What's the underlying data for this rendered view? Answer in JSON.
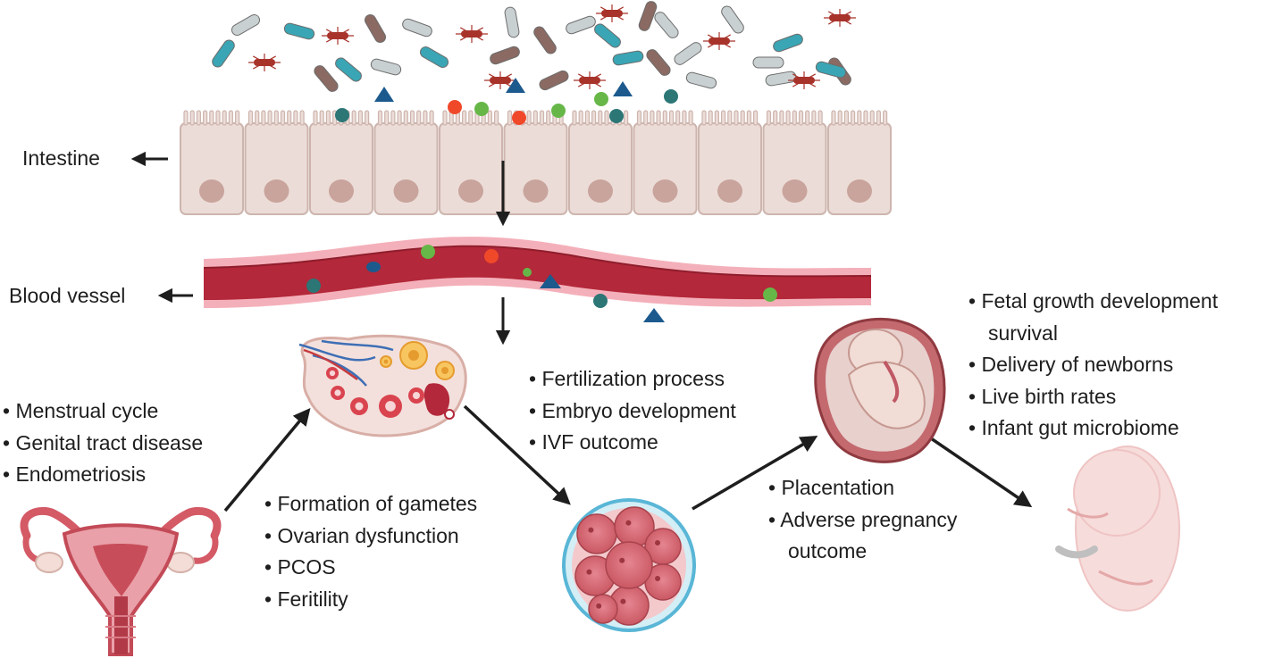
{
  "labels": {
    "intestine": "Intestine",
    "blood_vessel": "Blood vessel"
  },
  "lists": {
    "female_tract": [
      "Menstrual cycle",
      "Genital tract disease",
      "Endometriosis"
    ],
    "ovary": [
      "Formation of gametes",
      "Ovarian dysfunction",
      "PCOS",
      "Feritility"
    ],
    "fertilization": [
      "Fertilization process",
      "Embryo development",
      "IVF outcome"
    ],
    "pregnancy": [
      "Placentation",
      "Adverse pregnancy",
      "outcome"
    ],
    "infant": [
      "Fetal growth development",
      "survival",
      "Delivery of newborns",
      "Live birth rates",
      "Infant gut microbiome"
    ]
  },
  "colors": {
    "cell_fill": "#ecdcd7",
    "nucleus": "#c8a49c",
    "vessel_dark": "#b3283a",
    "vessel_light": "#f2a9b3",
    "bacteria_teal": "#3aa5b4",
    "bacteria_red": "#a8332b",
    "bacteria_brown": "#8a6a62",
    "bacteria_grey": "#c9d0d2",
    "metabolite_green": "#66b748",
    "metabolite_red": "#f0492a",
    "metabolite_blue": "#1c5a8e",
    "metabolite_teal": "#2c7676",
    "arrow": "#1e1e1e"
  }
}
